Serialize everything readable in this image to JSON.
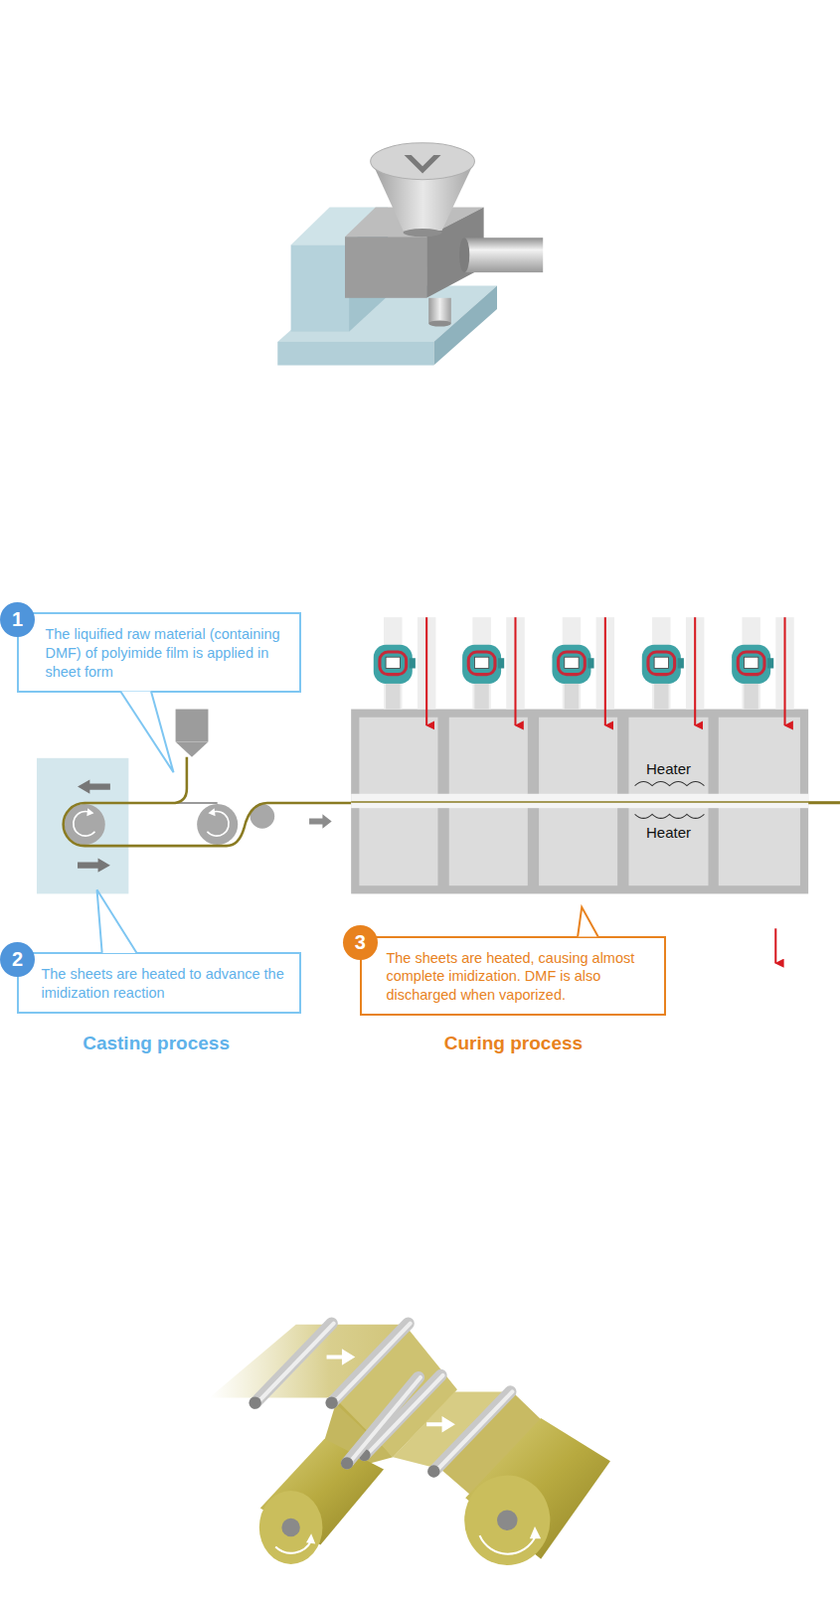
{
  "diagram": {
    "nodes": [
      {
        "text": [
          "1"
        ]
      },
      {
        "text": [
          "The liquified raw material (containing DMF) of polyimide film is applied in sheet form"
        ]
      },
      {
        "text": [
          "2"
        ]
      },
      {
        "text": [
          "The sheets are heated to advance the imidization reaction"
        ]
      },
      {
        "text": [
          "3"
        ]
      },
      {
        "text": [
          "The sheets are heated, causing almost complete imidization. DMF is also discharged when vaporized."
        ]
      }
    ],
    "labels": [
      "Heater",
      "Heater",
      "Casting process",
      "Curing process"
    ]
  }
}
